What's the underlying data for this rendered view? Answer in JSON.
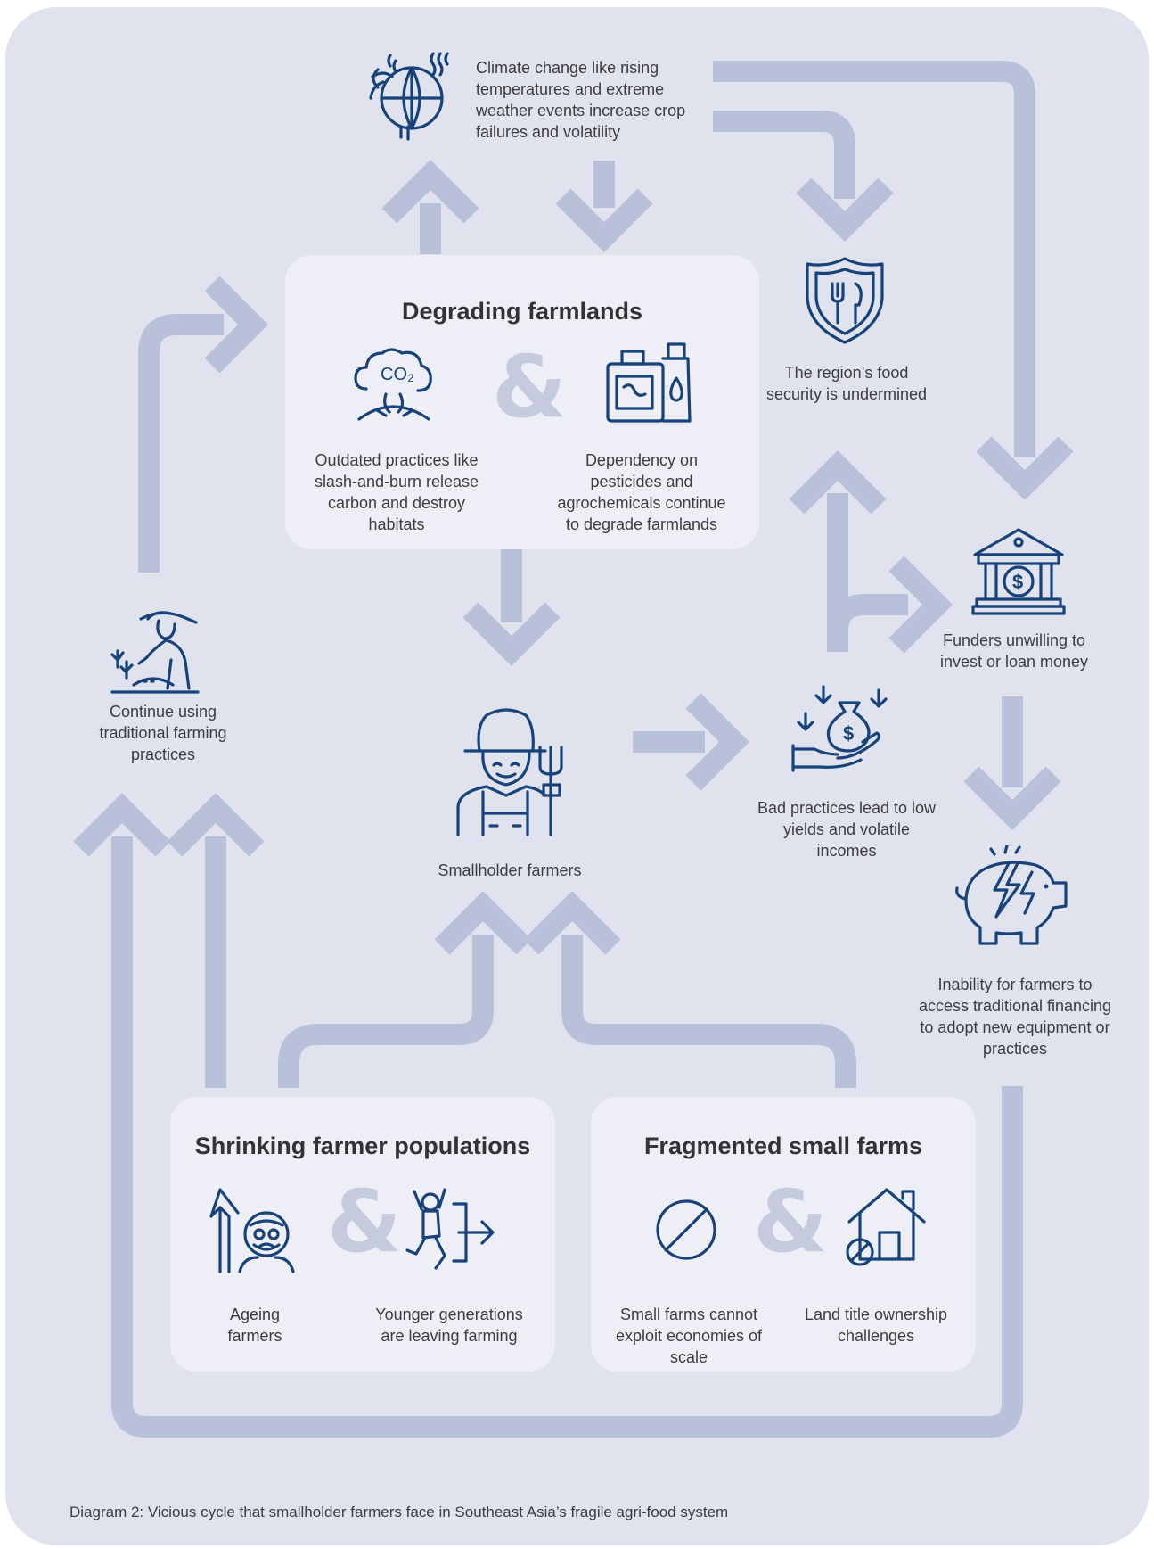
{
  "panels": {
    "degrading": {
      "title": "Degrading farmlands",
      "item_left": "Outdated practices like slash-and-burn release carbon and destroy habitats",
      "item_right": "Dependency on pesticides and agrochemicals continue to degrade farmlands",
      "amp": "&"
    },
    "shrinking": {
      "title": "Shrinking farmer populations",
      "item_left": "Ageing farmers",
      "item_right": "Younger generations are leaving farming",
      "amp": "&"
    },
    "fragmented": {
      "title": "Fragmented small farms",
      "item_left": "Small farms cannot exploit economies of scale",
      "item_right": "Land title ownership challenges",
      "amp": "&"
    }
  },
  "nodes": {
    "climate": "Climate change like rising temperatures and extreme weather events increase crop failures and volatility",
    "food_security": "The region’s food security is undermined",
    "funders": "Funders unwilling to invest or loan money",
    "bad_practices": "Bad practices lead to low yields and volatile incomes",
    "inability": "Inability for farmers to access traditional financing to adopt new equipment or practices",
    "smallholder": "Smallholder farmers",
    "traditional": "Continue using traditional farming practices"
  },
  "icon_co2_text": "CO₂",
  "caption": "Diagram 2: Vicious cycle that smallholder farmers face in Southeast Asia’s fragile agri-food system",
  "colors": {
    "background": "#e0e2ee",
    "panel": "#eeeff6",
    "arrow": "#b8c0da",
    "icon": "#17437a"
  }
}
